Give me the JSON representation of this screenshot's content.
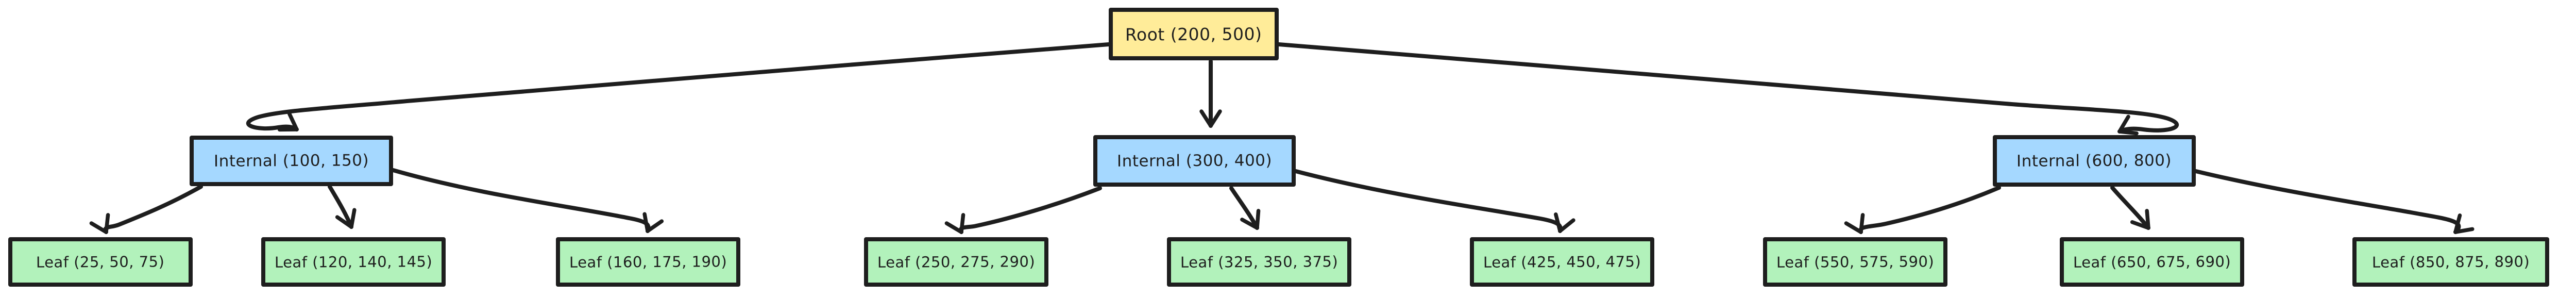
{
  "diagram": {
    "type": "tree",
    "background": "#ffffff",
    "root": {
      "label": "Root (200, 500)",
      "fill": "#ffec99"
    },
    "internals": [
      {
        "label": "Internal (100, 150)",
        "fill": "#a5d8ff"
      },
      {
        "label": "Internal (300, 400)",
        "fill": "#a5d8ff"
      },
      {
        "label": "Internal (600, 800)",
        "fill": "#a5d8ff"
      }
    ],
    "leaves": [
      {
        "label": "Leaf (25, 50, 75)",
        "fill": "#b2f2bb"
      },
      {
        "label": "Leaf (120, 140, 145)",
        "fill": "#b2f2bb"
      },
      {
        "label": "Leaf (160, 175, 190)",
        "fill": "#b2f2bb"
      },
      {
        "label": "Leaf (250, 275, 290)",
        "fill": "#b2f2bb"
      },
      {
        "label": "Leaf (325, 350, 375)",
        "fill": "#b2f2bb"
      },
      {
        "label": "Leaf (425, 450, 475)",
        "fill": "#b2f2bb"
      },
      {
        "label": "Leaf (550, 575, 590)",
        "fill": "#b2f2bb"
      },
      {
        "label": "Leaf (650, 675, 690)",
        "fill": "#b2f2bb"
      },
      {
        "label": "Leaf (850, 875, 890)",
        "fill": "#b2f2bb"
      }
    ],
    "edges": [
      {
        "from": "root",
        "to": "internal-0"
      },
      {
        "from": "root",
        "to": "internal-1"
      },
      {
        "from": "root",
        "to": "internal-2"
      },
      {
        "from": "internal-0",
        "to": "leaf-0"
      },
      {
        "from": "internal-0",
        "to": "leaf-1"
      },
      {
        "from": "internal-0",
        "to": "leaf-2"
      },
      {
        "from": "internal-1",
        "to": "leaf-3"
      },
      {
        "from": "internal-1",
        "to": "leaf-4"
      },
      {
        "from": "internal-1",
        "to": "leaf-5"
      },
      {
        "from": "internal-2",
        "to": "leaf-6"
      },
      {
        "from": "internal-2",
        "to": "leaf-7"
      },
      {
        "from": "internal-2",
        "to": "leaf-8"
      }
    ],
    "colors": {
      "stroke": "#1e1e1e",
      "root_fill": "#ffec99",
      "internal_fill": "#a5d8ff",
      "leaf_fill": "#b2f2bb",
      "background": "#ffffff"
    }
  }
}
